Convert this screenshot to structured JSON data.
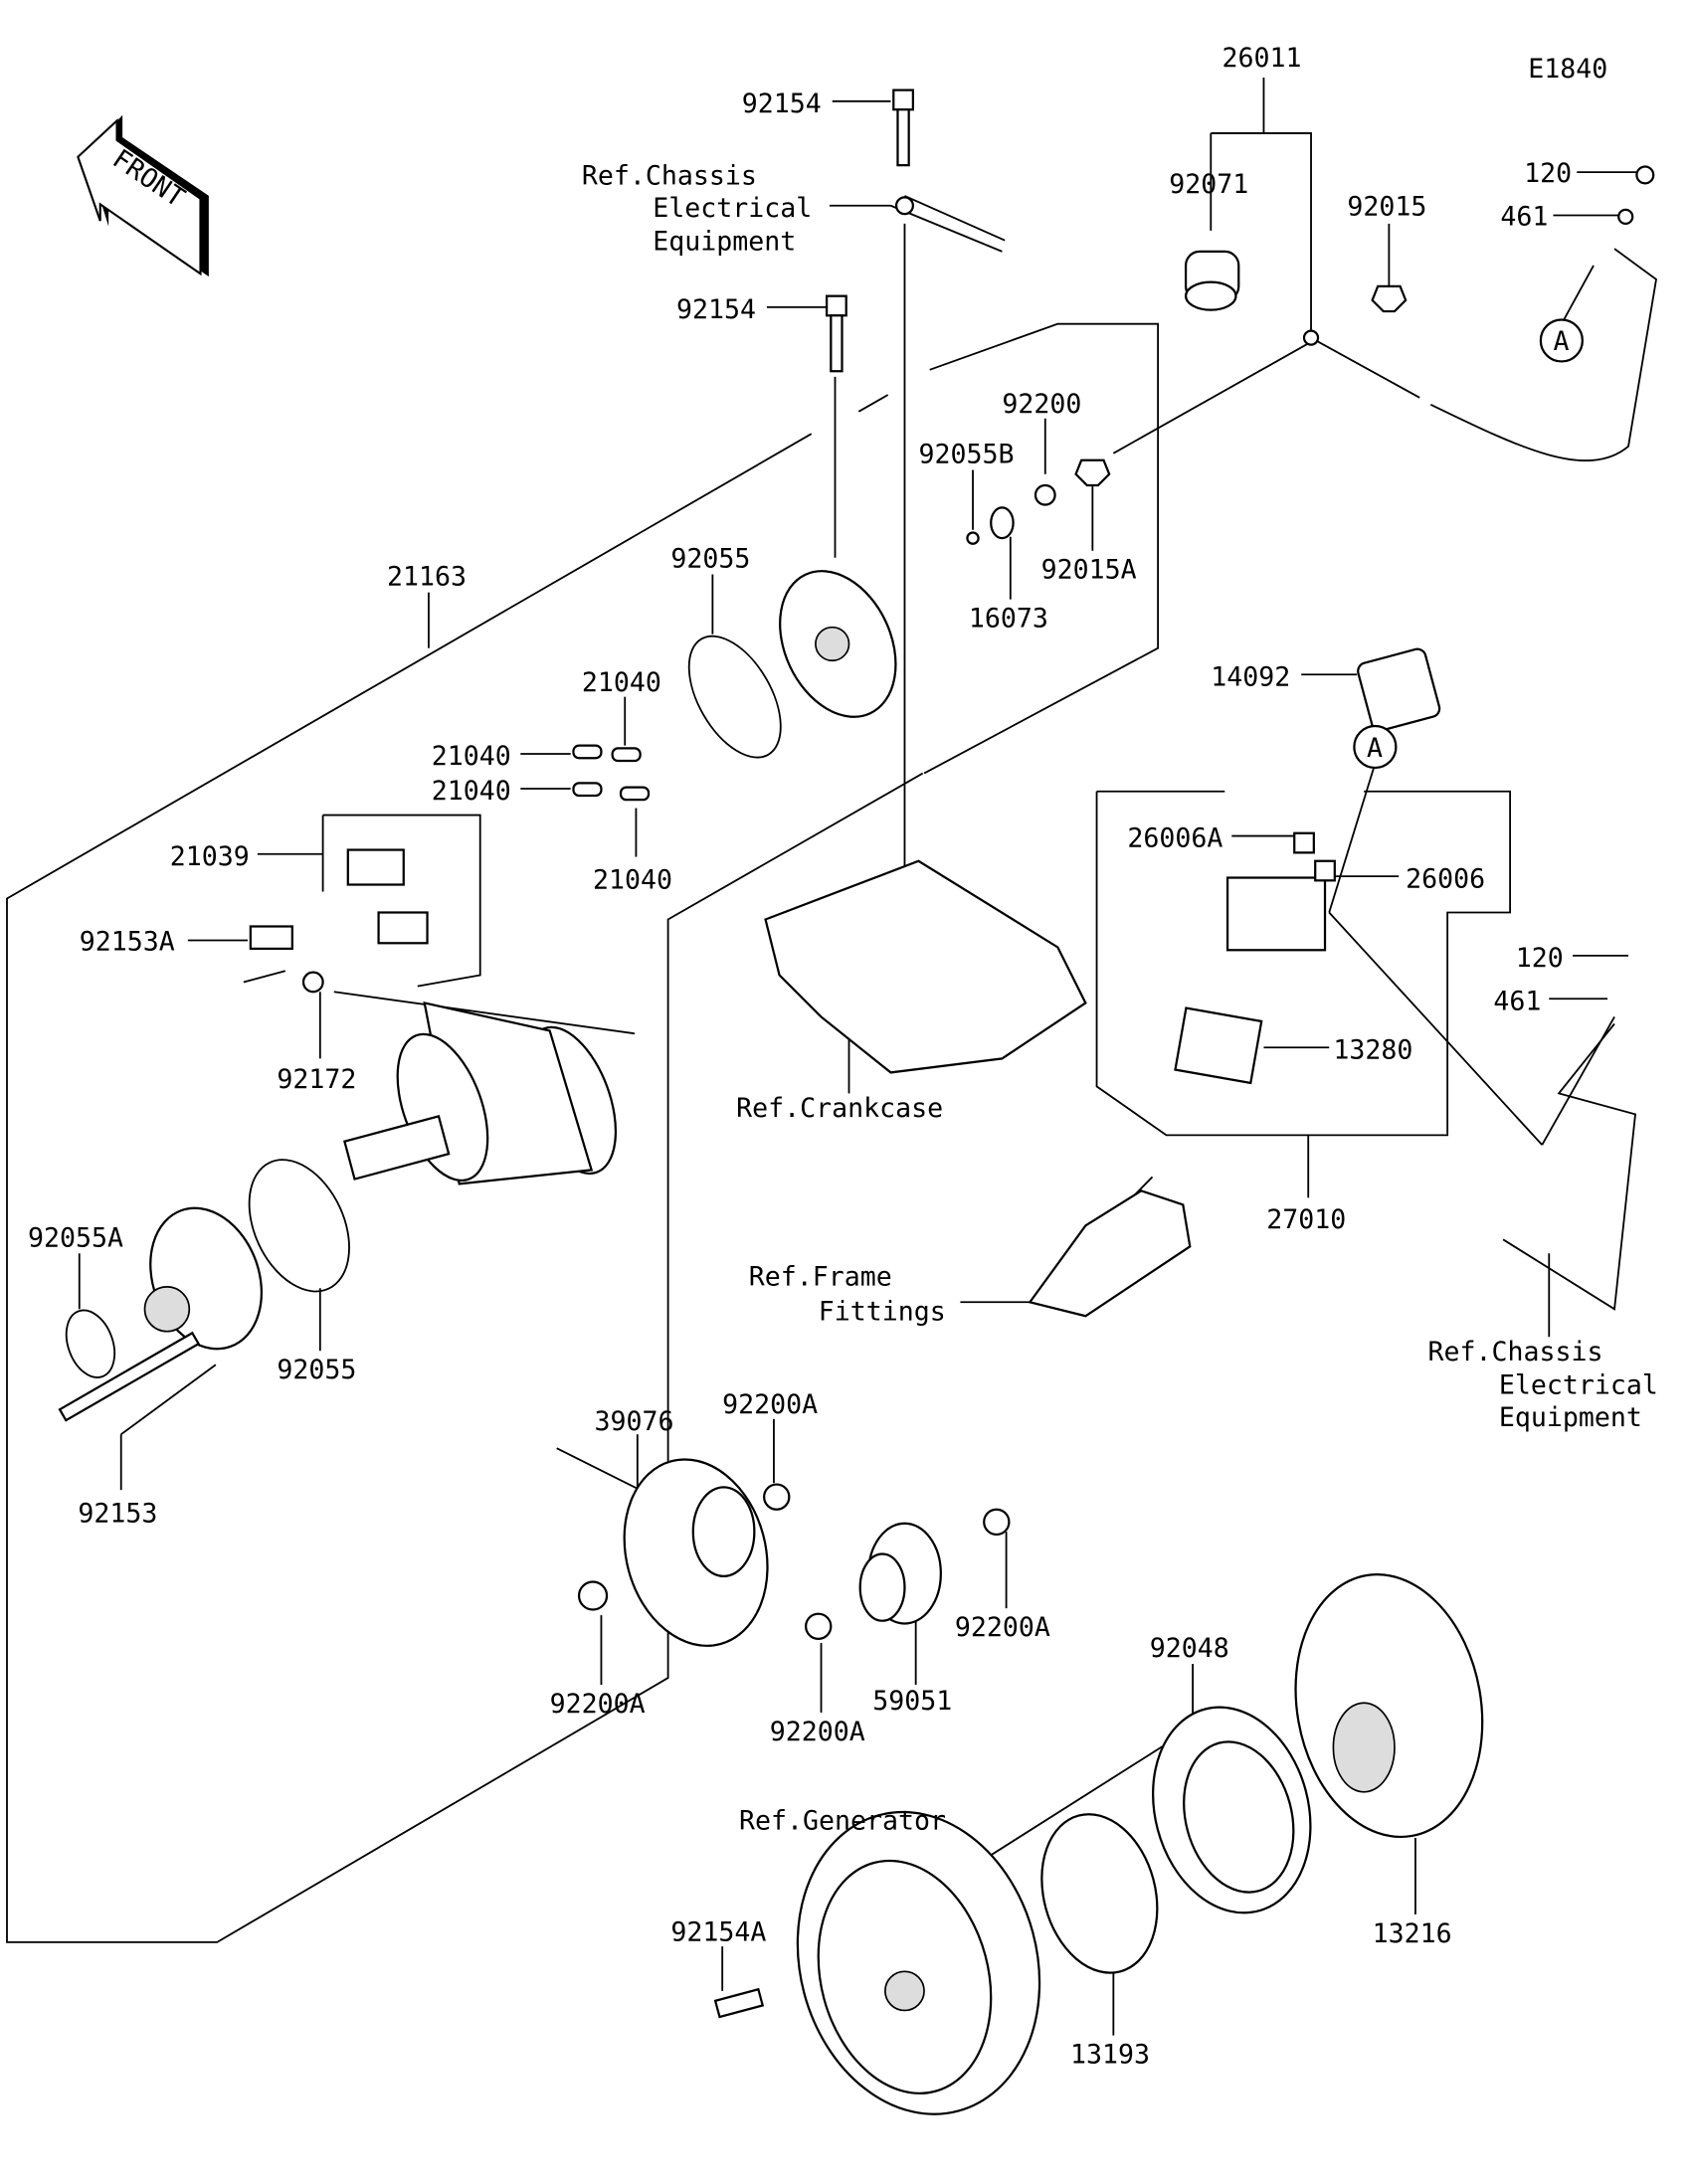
{
  "diagram": {
    "code": "E1840",
    "front_arrow": "FRONT",
    "parts": [
      "26011",
      "92154",
      "92071",
      "92015",
      "120",
      "461",
      "92154",
      "92200",
      "92055B",
      "21163",
      "92055",
      "92015A",
      "16073",
      "14092",
      "21040",
      "21040",
      "21040",
      "26006A",
      "26006",
      "21039",
      "21040",
      "92153A",
      "120",
      "461",
      "13280",
      "92172",
      "27010",
      "92055A",
      "92055",
      "39076",
      "92200A",
      "92153",
      "92200A",
      "92048",
      "92200A",
      "59051",
      "92200A",
      "13216",
      "92154A",
      "13193"
    ],
    "references": {
      "chassis_top": [
        "Ref.Chassis",
        "Electrical",
        "Equipment"
      ],
      "crankcase": "Ref.Crankcase",
      "frame": [
        "Ref.Frame",
        "Fittings"
      ],
      "chassis_right": [
        "Ref.Chassis",
        "Electrical",
        "Equipment"
      ],
      "generator": "Ref.Generator"
    },
    "callouts": [
      "A",
      "A"
    ]
  }
}
